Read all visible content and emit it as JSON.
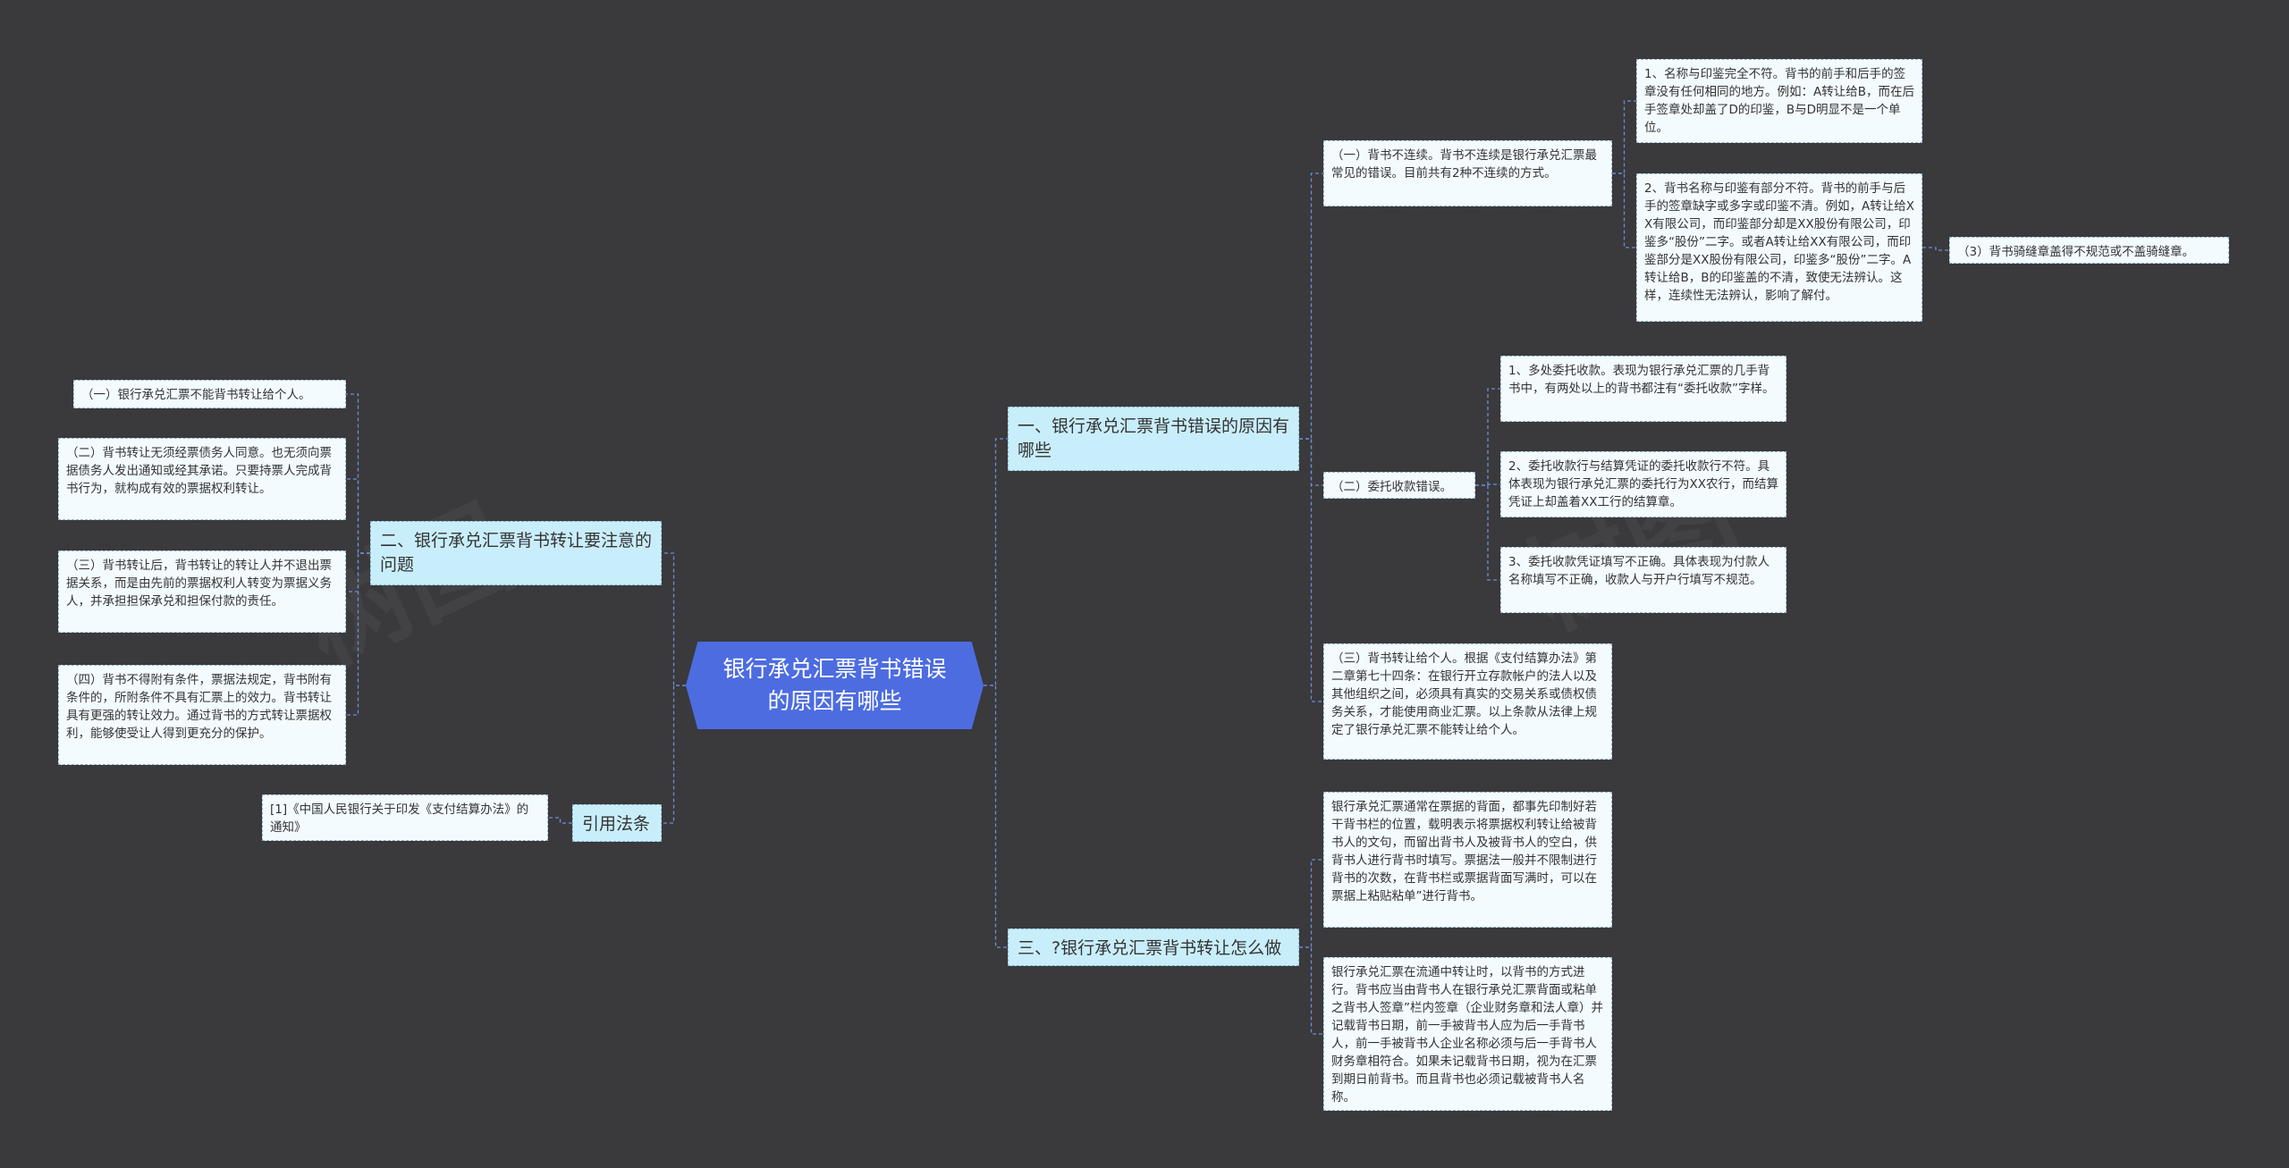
{
  "root": "银行承兑汇票背书错误的原因有哪些",
  "branches": {
    "b1": "一、银行承兑汇票背书错误的原因有哪些",
    "b2": "二、银行承兑汇票背书转让要注意的问题",
    "b3": "三、?银行承兑汇票背书转让怎么做",
    "b4": "引用法条"
  },
  "b1_children": {
    "c1": "（一）背书不连续。背书不连续是银行承兑汇票最常见的错误。目前共有2种不连续的方式。",
    "c1_1": "1、名称与印鉴完全不符。背书的前手和后手的签章没有任何相同的地方。例如：A转让给B，而在后手签章处却盖了D的印鉴，B与D明显不是一个单位。",
    "c1_2": "2、背书名称与印鉴有部分不符。背书的前手与后手的签章缺字或多字或印鉴不清。例如，A转让给XX有限公司，而印鉴部分却是XX股份有限公司，印鉴多“股份”二字。或者A转让给XX有限公司，而印鉴部分是XX股份有限公司，印鉴多“股份”二字。A转让给B，B的印鉴盖的不清，致使无法辨认。这样，连续性无法辨认，影响了解付。",
    "c1_3": "（3）背书骑缝章盖得不规范或不盖骑缝章。",
    "c2": "（二）委托收款错误。",
    "c2_1": "1、多处委托收款。表现为银行承兑汇票的几手背书中，有两处以上的背书都注有“委托收款”字样。",
    "c2_2": "2、委托收款行与结算凭证的委托收款行不符。具体表现为银行承兑汇票的委托行为XX农行，而结算凭证上却盖着XX工行的结算章。",
    "c2_3": "3、委托收款凭证填写不正确。具体表现为付款人名称填写不正确，收款人与开户行填写不规范。",
    "c3": "（三）背书转让给个人。根据《支付结算办法》第二章第七十四条：在银行开立存款帐户的法人以及其他组织之间，必须具有真实的交易关系或债权债务关系，才能使用商业汇票。以上条款从法律上规定了银行承兑汇票不能转让给个人。"
  },
  "b2_children": {
    "d1": "（一）银行承兑汇票不能背书转让给个人。",
    "d2": "（二）背书转让无须经票债务人同意。也无须向票据债务人发出通知或经其承诺。只要持票人完成背书行为，就构成有效的票据权利转让。",
    "d3": "（三）背书转让后，背书转让的转让人并不退出票据关系，而是由先前的票据权利人转变为票据义务人，并承担担保承兑和担保付款的责任。",
    "d4": "（四）背书不得附有条件，票据法规定，背书附有条件的，所附条件不具有汇票上的效力。背书转让具有更强的转让效力。通过背书的方式转让票据权利，能够使受让人得到更充分的保护。"
  },
  "b3_children": {
    "e1": "银行承兑汇票通常在票据的背面，都事先印制好若干背书栏的位置，载明表示将票据权利转让给被背书人的文句，而留出背书人及被背书人的空白，供背书人进行背书时填写。票据法一般并不限制进行背书的次数，在背书栏或票据背面写满时，可以在票据上粘贴粘单”进行背书。",
    "e2": "银行承兑汇票在流通中转让时，以背书的方式进行。背书应当由背书人在银行承兑汇票背面或粘单之背书人签章”栏内签章（企业财务章和法人章）并记载背书日期，前一手被背书人应为后一手背书人，前一手被背书人企业名称必须与后一手背书人财务章相符合。如果未记载背书日期，视为在汇票到期日前背书。而且背书也必须记载被背书人名称。"
  },
  "b4_children": {
    "f1": "[1]《中国人民银行关于印发《支付结算办法》的通知》"
  },
  "colors": {
    "background": "#3a393c",
    "root": "#4c6ce0",
    "branch": "#c9eefb",
    "leaf": "#f3fbff",
    "link": "#6b8fd8"
  }
}
